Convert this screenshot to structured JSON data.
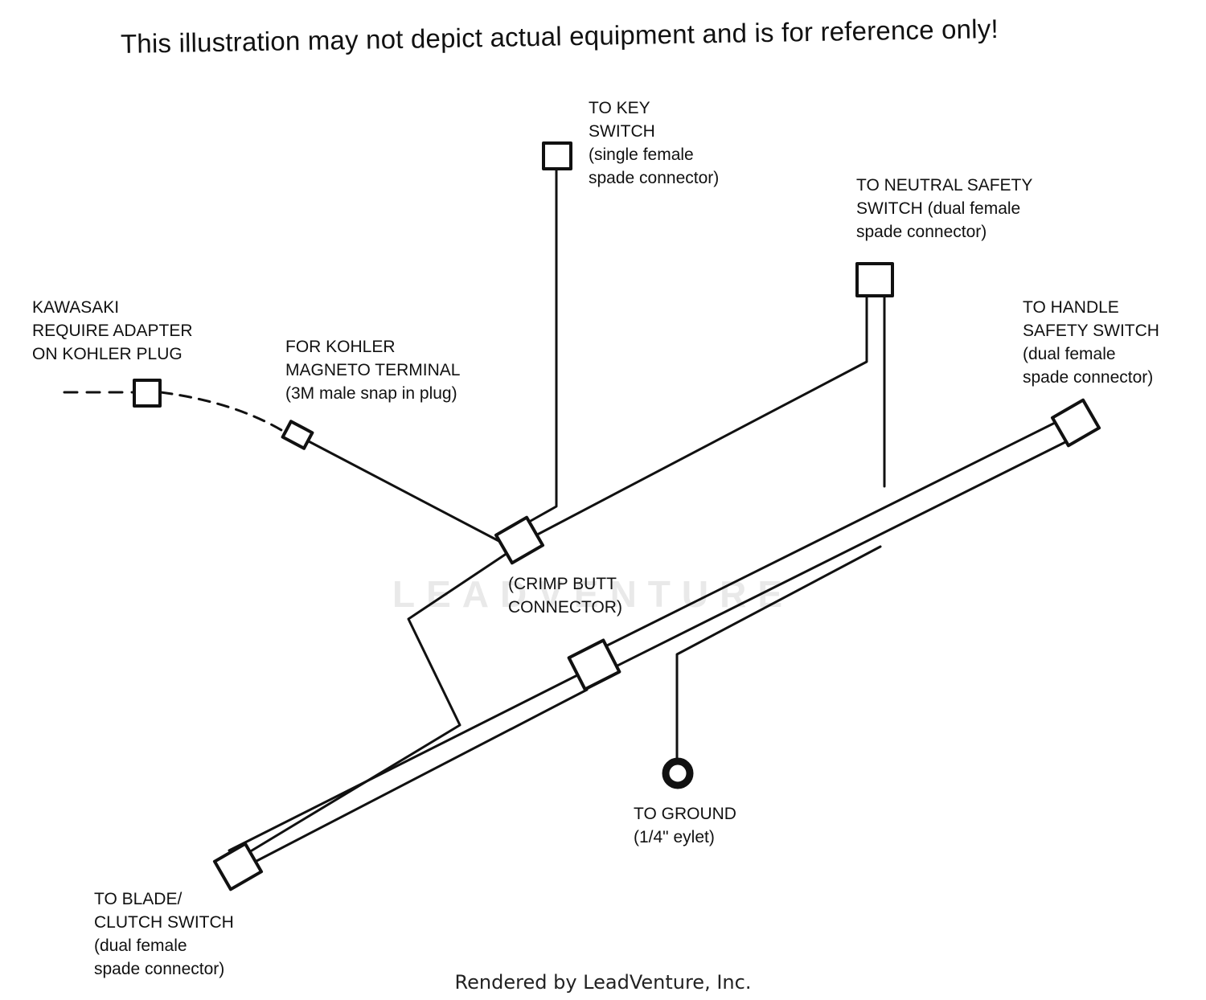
{
  "disclaimer": "This illustration may not depict actual equipment and is for reference only!",
  "labels": {
    "key_switch": [
      "TO KEY",
      "SWITCH",
      "(single female",
      "spade connector)"
    ],
    "neutral_switch": [
      "TO NEUTRAL SAFETY",
      "SWITCH (dual female",
      "spade connector)"
    ],
    "kawasaki": [
      "KAWASAKI",
      "REQUIRE ADAPTER",
      "ON KOHLER PLUG"
    ],
    "kohler": [
      "FOR KOHLER",
      "MAGNETO TERMINAL",
      "(3M male snap in plug)"
    ],
    "handle_switch": [
      "TO HANDLE",
      "SAFETY SWITCH",
      "(dual female",
      "spade connector)"
    ],
    "crimp": [
      "(CRIMP BUTT",
      "CONNECTOR)"
    ],
    "ground": [
      "TO GROUND",
      "(1/4\" eylet)"
    ],
    "blade_switch": [
      "TO BLADE/",
      "CLUTCH SWITCH",
      "(dual female",
      "spade connector)"
    ]
  },
  "watermark": "LEADVENTURE",
  "footer": "Rendered by LeadVenture, Inc.",
  "colors": {
    "line": "#111111",
    "watermark": "#e9e9e9"
  }
}
